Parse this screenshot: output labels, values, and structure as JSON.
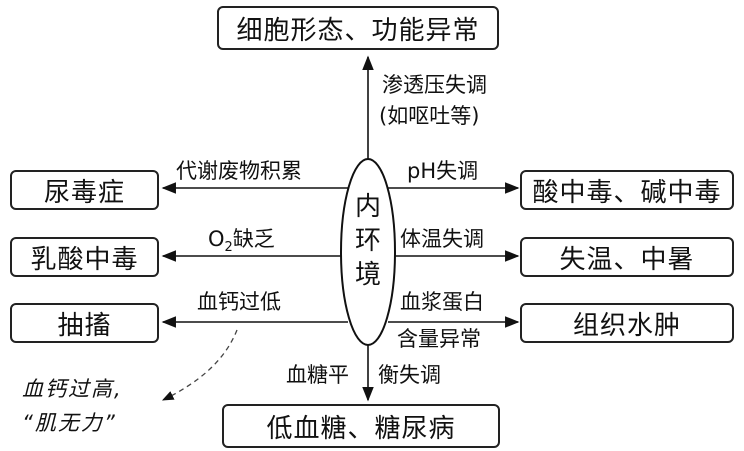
{
  "center": {
    "chars": [
      "内",
      "环",
      "境"
    ]
  },
  "boxes": {
    "top": "细胞形态、功能异常",
    "bottom": "低血糖、糖尿病",
    "left1": "尿毒症",
    "left2": "乳酸中毒",
    "left3": "抽搐",
    "right1": "酸中毒、碱中毒",
    "right2": "失温、中暑",
    "right3": "组织水肿"
  },
  "labels": {
    "top_line1": "渗透压失调",
    "top_line2": "(如呕吐等)",
    "left1": "代谢废物积累",
    "left2_main": "O",
    "left2_sub": "2",
    "left2_tail": "缺乏",
    "left3": "血钙过低",
    "right1": "pH失调",
    "right2": "体温失调",
    "right3_line1": "血浆蛋白",
    "right3_line2": "含量异常",
    "bottom_left": "血糖平",
    "bottom_right": "衡失调"
  },
  "note": {
    "line1": "血钙过高,",
    "line2": "“肌无力”"
  }
}
